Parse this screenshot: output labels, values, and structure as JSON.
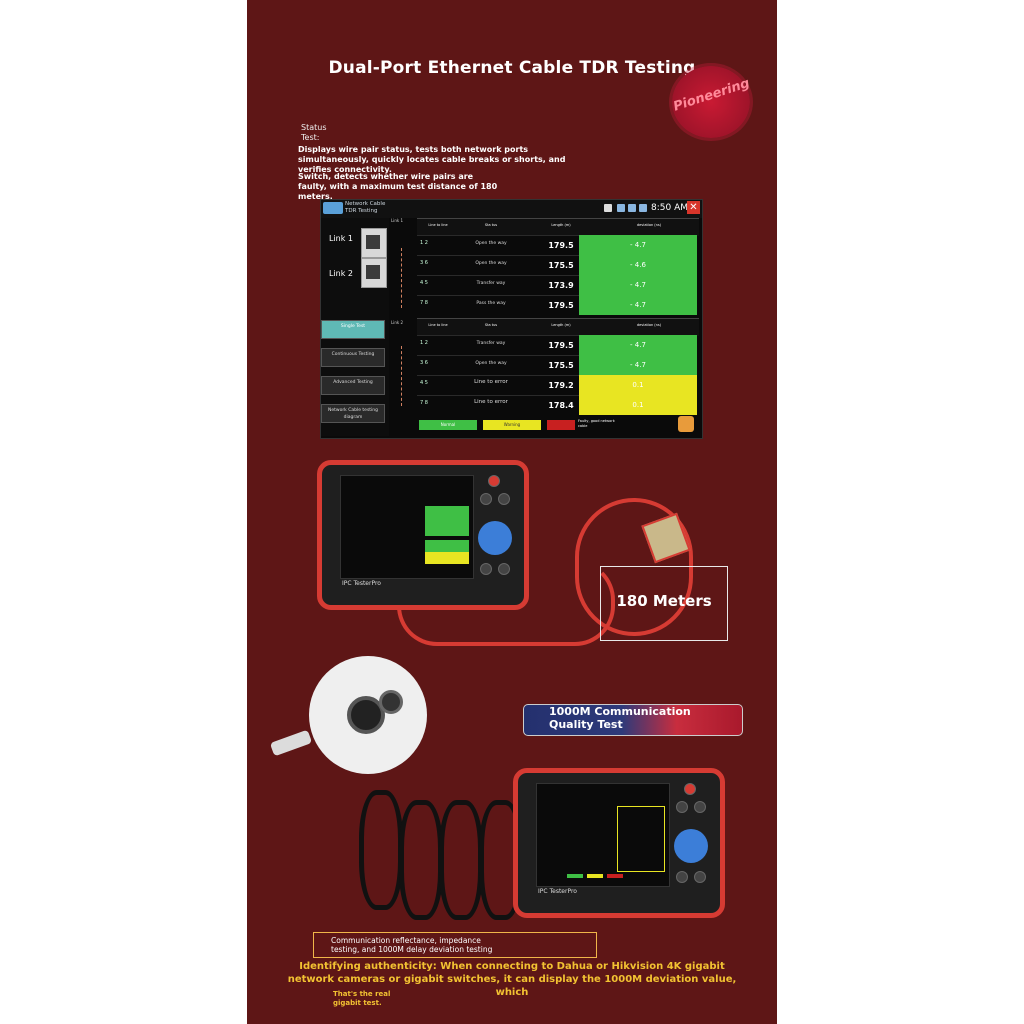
{
  "poster": {
    "title": "Dual-Port Ethernet Cable TDR Testing",
    "seal_text": "Pioneering",
    "status_label_1": "Status",
    "status_label_2": "Test:",
    "desc_1": "Displays wire pair status, tests both network ports simultaneously, quickly locates cable breaks or shorts, and verifies connectivity.",
    "desc_2": "Switch, detects whether wire pairs are faulty, with a maximum test distance of 180 meters.",
    "meters_label": "180 Meters",
    "banner_1000m": "1000M Communication Quality Test",
    "comm_box_text": "Communication reflectance, impedance testing, and 1000M delay deviation testing",
    "auth_text": "Identifying authenticity: When connecting to Dahua or Hikvision 4K gigabit network cameras or gigabit switches, it can display the 1000M deviation value, which",
    "real_text": "That's the real gigabit test."
  },
  "colors": {
    "background": "#5e1616",
    "pass": "#3fbf45",
    "warn": "#e8e522",
    "fail": "#c82020",
    "device_red": "#d63b33"
  },
  "tdr_screen": {
    "app_title": "Network Cable TDR Testing",
    "time": "8:50 AM",
    "close_icon": "close-icon",
    "link1_label": "Link 1",
    "link2_label": "Link 2",
    "link1_tag": "Link 1",
    "link2_tag": "Link 2",
    "headers": [
      "Line to line",
      "Sta tus",
      "Length (m)",
      "deviation (ns)"
    ],
    "buttons": [
      "Single Test",
      "Continuous Testing",
      "Advanced Testing",
      "Network Cable testing diagram"
    ],
    "link1_rows": [
      {
        "pair": "1 2",
        "status": "Open the way",
        "length": "179.5",
        "deviation": "- 4.7"
      },
      {
        "pair": "3 6",
        "status": "Open the way",
        "length": "175.5",
        "deviation": "- 4.6"
      },
      {
        "pair": "4 5",
        "status": "Transfer way",
        "length": "173.9",
        "deviation": "- 4.7"
      },
      {
        "pair": "7 8",
        "status": "Pass the way",
        "length": "179.5",
        "deviation": "- 4.7"
      }
    ],
    "link2_rows": [
      {
        "pair": "1 2",
        "status": "Transfer way",
        "length": "179.5",
        "deviation": "- 4.7"
      },
      {
        "pair": "3 6",
        "status": "Open the way",
        "length": "175.5",
        "deviation": "- 4.7"
      },
      {
        "pair": "4 5",
        "status": "Line to error",
        "length": "179.2",
        "deviation": "0.1"
      },
      {
        "pair": "7 8",
        "status": "Line to error",
        "length": "178.4",
        "deviation": "0.1"
      }
    ],
    "legend": [
      "Normal",
      "Warning",
      "Faulty, good network cable"
    ]
  },
  "device": {
    "brand": "IPC TesterPro"
  }
}
